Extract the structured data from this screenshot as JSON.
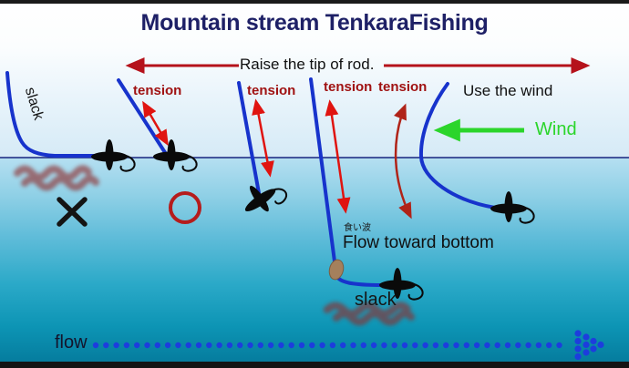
{
  "title": "Mountain stream TenkaraFishing",
  "labels": {
    "raise_tip": "Raise the tip of rod.",
    "slack_top": "slack",
    "tension_1": "tension",
    "tension_2": "tension",
    "tension_3": "tension",
    "tension_4": "tension",
    "use_the_wind": "Use the wind",
    "wind": "Wind",
    "kuinami": "食い波",
    "flow_toward_bottom": "Flow toward bottom",
    "slack_bottom": "slack",
    "flow": "flow"
  },
  "icons": {
    "wrong_mark": "x-cross-icon",
    "correct_mark": "circle-icon",
    "fly": "tenkara-fly-icon",
    "sinker": "sinker-icon",
    "flow_arrow": "dotted-flow-arrow-icon",
    "wind_arrow": "wind-left-arrow-icon"
  },
  "colors": {
    "title_navy": "#1e2066",
    "line_blue": "#1733cc",
    "surface_line": "#16247e",
    "tension_text": "#a01212",
    "arrow_red": "#e01410",
    "arrow_dark_red": "#b02318",
    "raise_arrow_red": "#b5121b",
    "wind_green": "#2bd52b",
    "flow_dot_blue": "#1d3ddd",
    "fly_black": "#0a0a0a",
    "sinker_brown": "#a5805c",
    "squiggle_red": "#8f2b2b"
  }
}
